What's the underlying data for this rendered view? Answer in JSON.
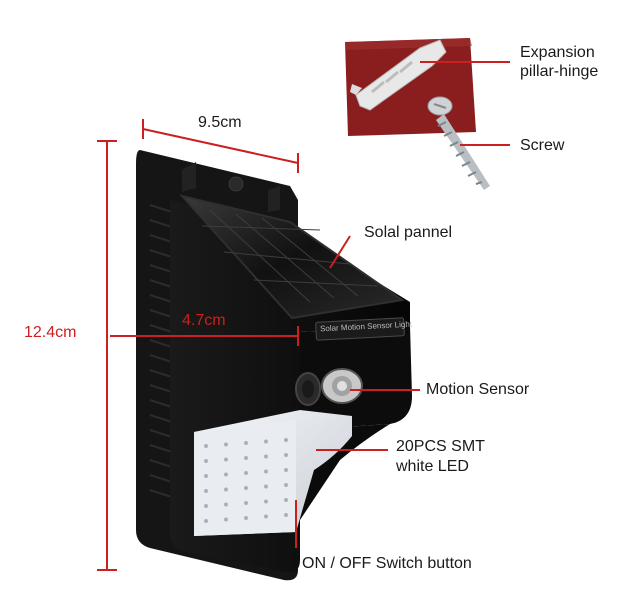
{
  "dimensions": {
    "width": "9.5cm",
    "height": "12.4cm",
    "depth": "4.7cm"
  },
  "device": {
    "logo_text": "Solar Motion Sensor Light"
  },
  "callouts": {
    "expansion_line1": "Expansion",
    "expansion_line2": "pillar-hinge",
    "screw": "Screw",
    "solar_panel": "Solal pannel",
    "motion_sensor": "Motion Sensor",
    "led_line1": "20PCS SMT",
    "led_line2": "white LED",
    "switch": "ON / OFF Switch button"
  },
  "colors": {
    "leader_line": "#cc1f1f",
    "dimension_line": "#cc1f1f",
    "mount_board": "#8a1e1e",
    "device_body": "#111111"
  }
}
